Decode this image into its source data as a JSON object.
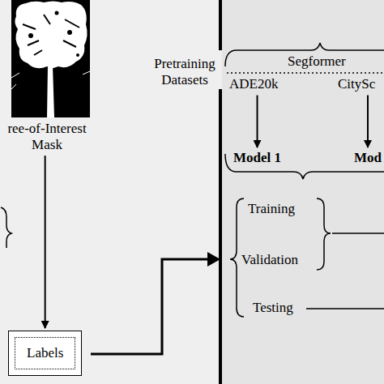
{
  "diagram": {
    "nodes": [
      {
        "text": [
          "ree-of-Interest Mask"
        ]
      },
      {
        "text": [
          "Labels"
        ]
      },
      {
        "text": [
          "ADE20k"
        ]
      },
      {
        "text": [
          "CitySc"
        ]
      },
      {
        "text": [
          "Model 1"
        ]
      },
      {
        "text": [
          "Mod"
        ]
      }
    ],
    "edges": [
      {
        "from": 0,
        "to": 1,
        "arrow": "to"
      },
      {
        "from": 2,
        "to": 4,
        "arrow": "to"
      },
      {
        "from": 3,
        "to": 5,
        "arrow": "to"
      }
    ],
    "labels": [
      "Pretraining Datasets",
      "Segformer",
      "Training",
      "Validation",
      "Testing"
    ]
  }
}
